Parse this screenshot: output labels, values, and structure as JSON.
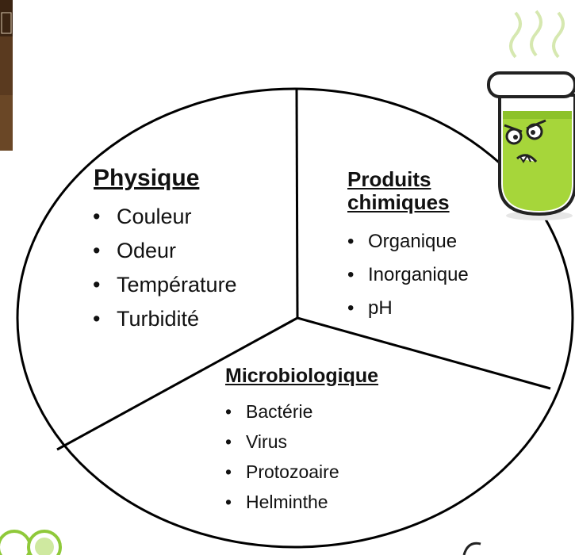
{
  "sections": {
    "physique": {
      "title": "Physique",
      "items": [
        "Couleur",
        "Odeur",
        "Température",
        "Turbidité"
      ]
    },
    "chimiques": {
      "title": "Produits chimiques",
      "items": [
        "Organique",
        "Inorganique",
        "pH"
      ]
    },
    "micro": {
      "title": "Microbiologique",
      "items": [
        "Bactérie",
        "Virus",
        "Protozoaire",
        "Helminthe"
      ]
    }
  },
  "images": {
    "topleft": "sample-photo",
    "topright": "test-tube-cartoon-icon",
    "bottomleft": "green-circles-decoration"
  },
  "colors": {
    "outline": "#000000",
    "tube_liquid": "#a6d63a",
    "tube_liquid_dark": "#7fb21e",
    "photo_brown": "#5a3a1f"
  }
}
